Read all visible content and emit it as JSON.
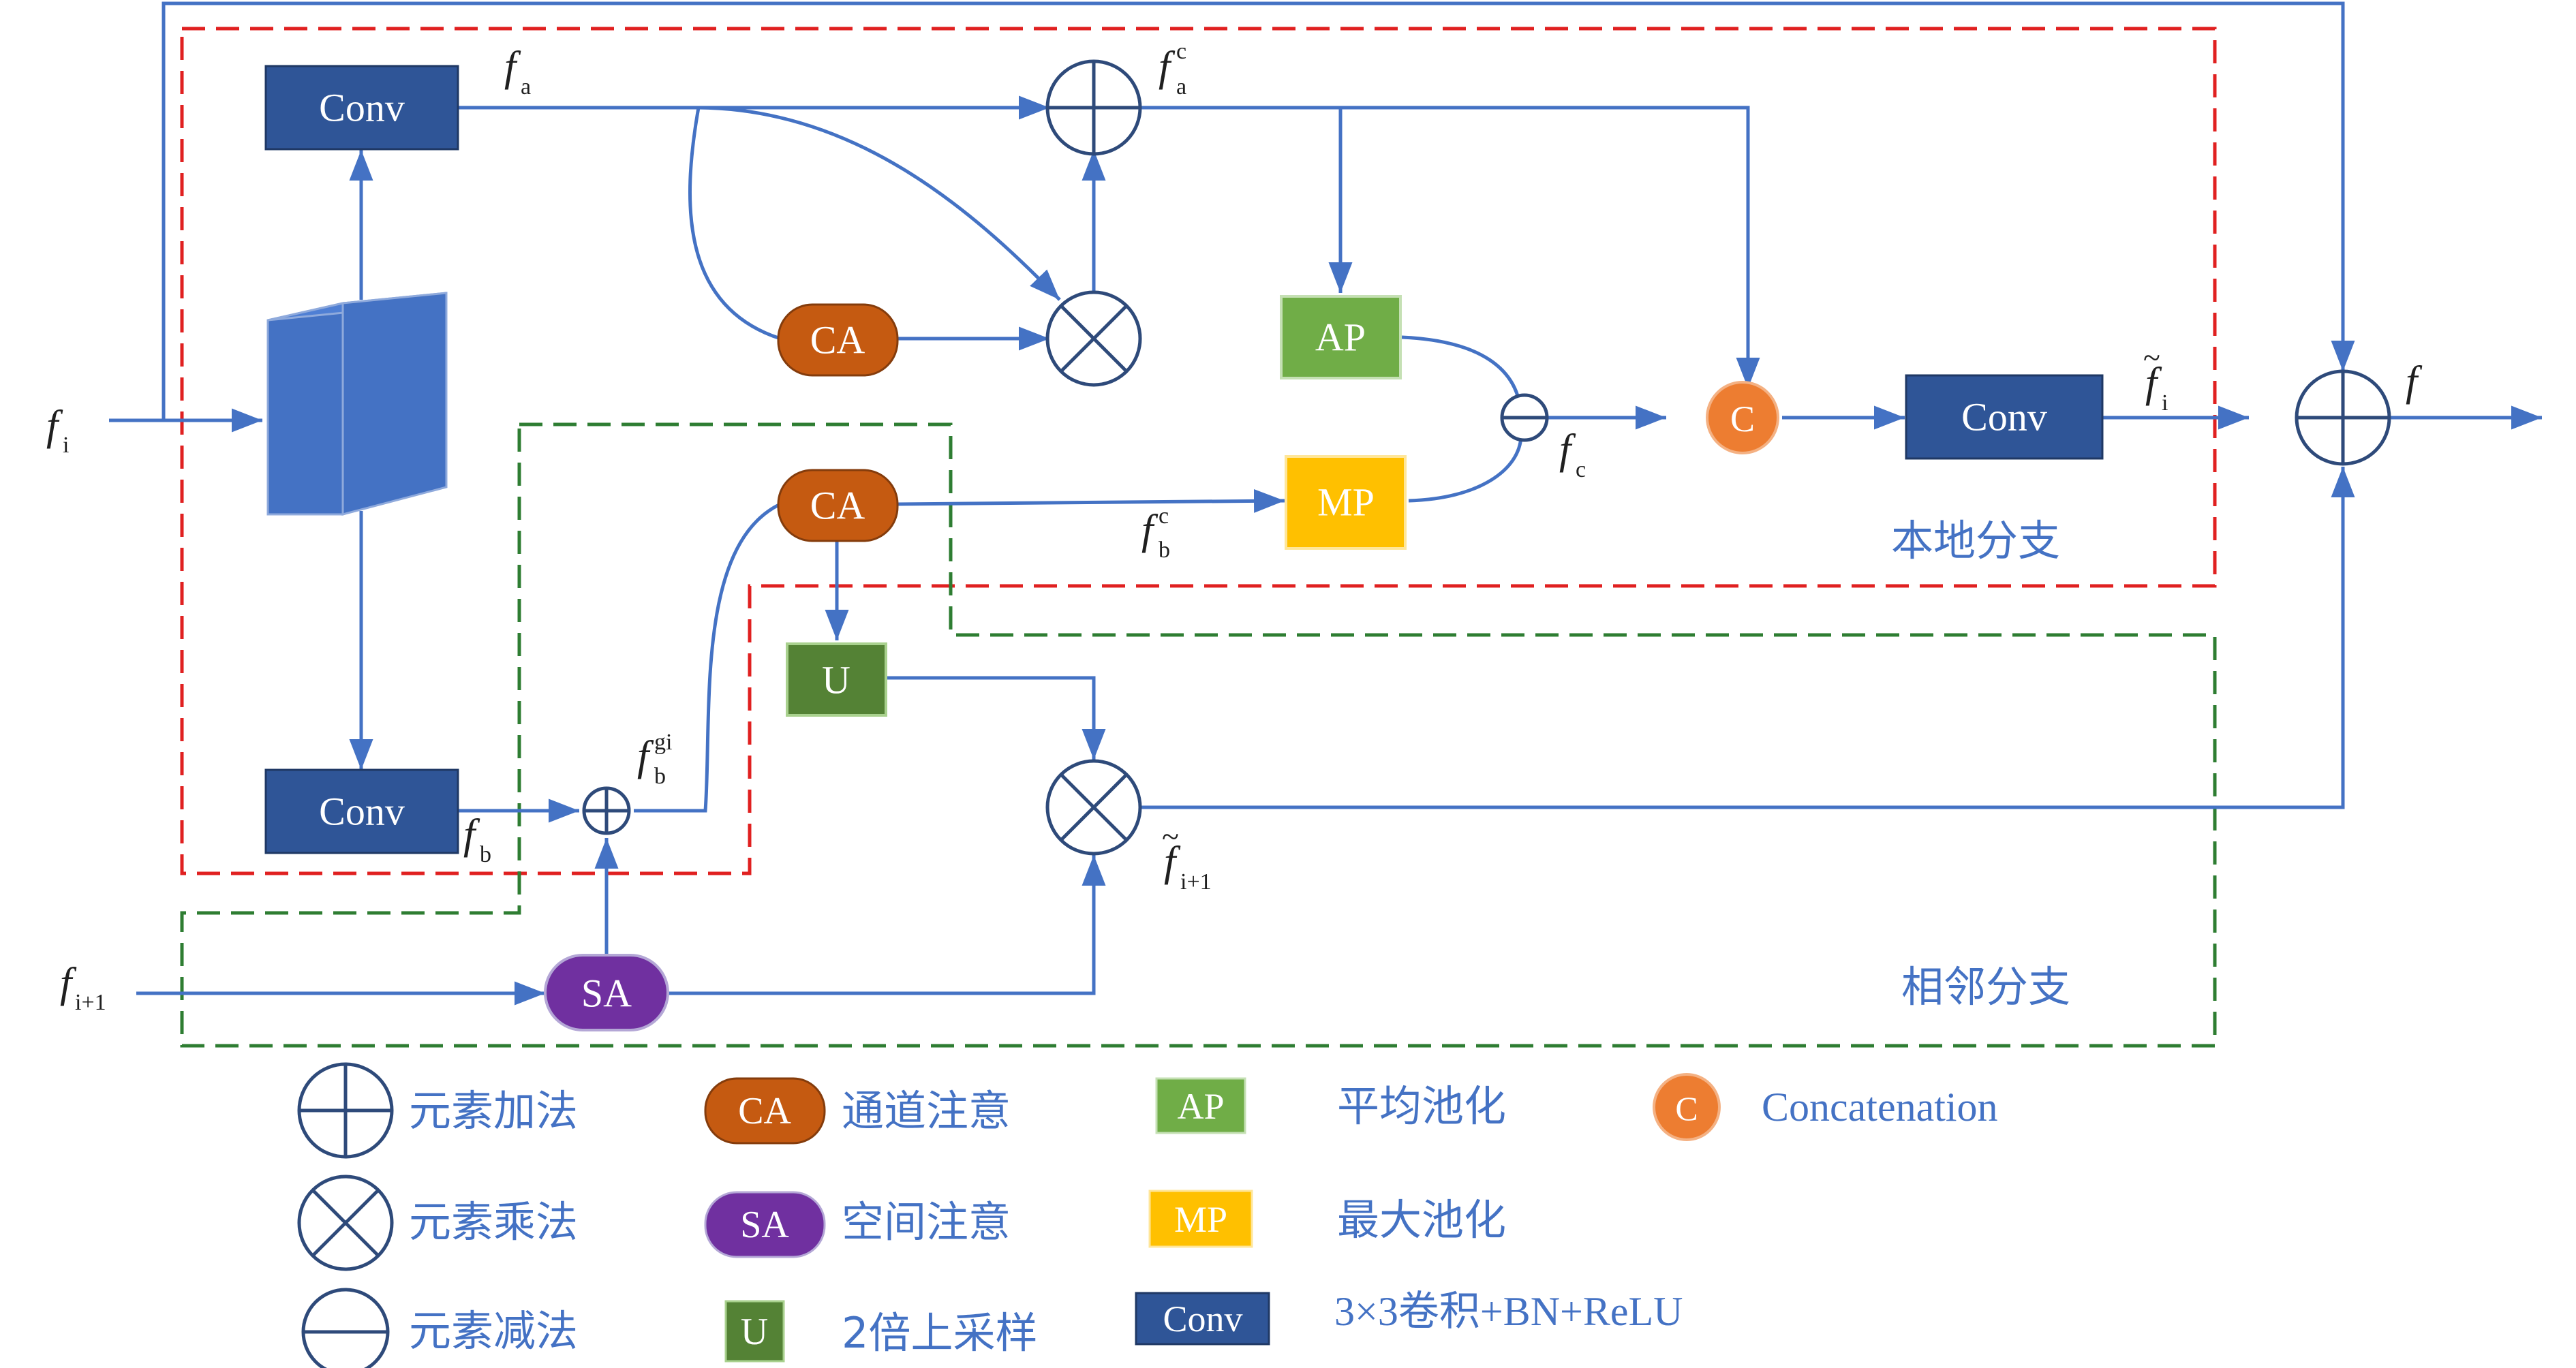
{
  "blocks": {
    "conv_top": "Conv",
    "conv_bottom": "Conv",
    "conv_right": "Conv",
    "ca_top": "CA",
    "ca_mid": "CA",
    "ap": "AP",
    "mp": "MP",
    "up": "U",
    "sa": "SA",
    "concat": "C"
  },
  "math": {
    "fi": {
      "base": "f",
      "sub": "i"
    },
    "fa": {
      "base": "f",
      "sub": "a"
    },
    "fac": {
      "base": "f",
      "sup": "c",
      "sub": "a"
    },
    "fc": {
      "base": "f",
      "sub": "c"
    },
    "fbc": {
      "base": "f",
      "sup": "c",
      "sub": "b"
    },
    "fbgi": {
      "base": "f",
      "sup": "gi",
      "sub": "b"
    },
    "fb": {
      "base": "f",
      "sub": "b"
    },
    "fi1": {
      "base": "f",
      "sub": "i+1"
    },
    "fi1_tilde": {
      "base": "f",
      "tilde": "~",
      "sub": "i+1"
    },
    "fi_tilde": {
      "base": "f",
      "tilde": "~",
      "sub": "i"
    },
    "f_out": {
      "base": "f"
    }
  },
  "regions": {
    "local": "本地分支",
    "adjacent": "相邻分支"
  },
  "legend": {
    "add": "元素加法",
    "mul": "元素乘法",
    "sub": "元素减法",
    "ca_tag": "CA",
    "ca": "通道注意",
    "sa_tag": "SA",
    "sa": "空间注意",
    "u_tag": "U",
    "u": "2倍上采样",
    "ap_tag": "AP",
    "ap": "平均池化",
    "mp_tag": "MP",
    "mp": "最大池化",
    "c_tag": "C",
    "c": "Concatenation",
    "conv_tag": "Conv",
    "conv": "3×3卷积+BN+ReLU"
  },
  "colors": {
    "line": "#4472c4",
    "conv": "#2f5597",
    "ca": "#c55a11",
    "ap": "#70ad47",
    "mp": "#ffc000",
    "u": "#548235",
    "sa": "#7030a0",
    "concat": "#ed7d31",
    "local_border": "#e02020",
    "adjacent_border": "#2e7d32"
  }
}
